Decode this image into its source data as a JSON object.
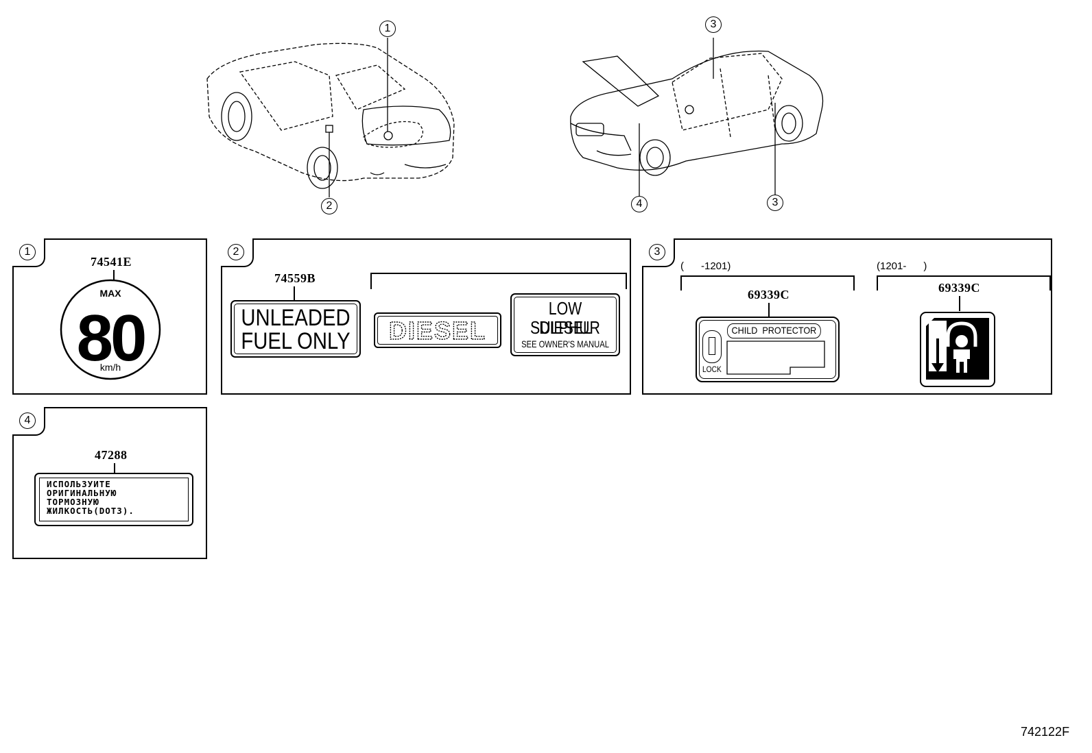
{
  "callouts": {
    "c1": "1",
    "c2": "2",
    "c3a": "3",
    "c3b": "3",
    "c4": "4"
  },
  "panels": {
    "p1": {
      "index": "1",
      "part_number": "74541E",
      "label": {
        "top": "MAX",
        "value": "80",
        "unit": "km/h"
      }
    },
    "p2": {
      "index": "2",
      "part_number": "74559B",
      "label_unleaded": {
        "line1": "UNLEADED",
        "line2": "FUEL ONLY"
      },
      "label_diesel": "DIESEL",
      "label_low_sulphur": {
        "line1": "LOW SULPHUR",
        "line2": "DIESEL",
        "line3": "SEE OWNER'S MANUAL"
      }
    },
    "p3": {
      "index": "3",
      "left": {
        "condition": "(      -1201)",
        "part_number": "69339C",
        "title": "CHILD  PROTECTOR",
        "lock": "LOCK"
      },
      "right": {
        "condition": "(1201-      )",
        "part_number": "69339C"
      }
    },
    "p4": {
      "index": "4",
      "part_number": "47288",
      "lines": [
        "ИСПОЛЬЗУИТЕ",
        "ОРИГИНАЛЬНУЮ",
        "ТОРМОЗНУЮ",
        "ЖИЛКОСТЬ(DOT3)."
      ]
    }
  },
  "figure_code": "742122F"
}
